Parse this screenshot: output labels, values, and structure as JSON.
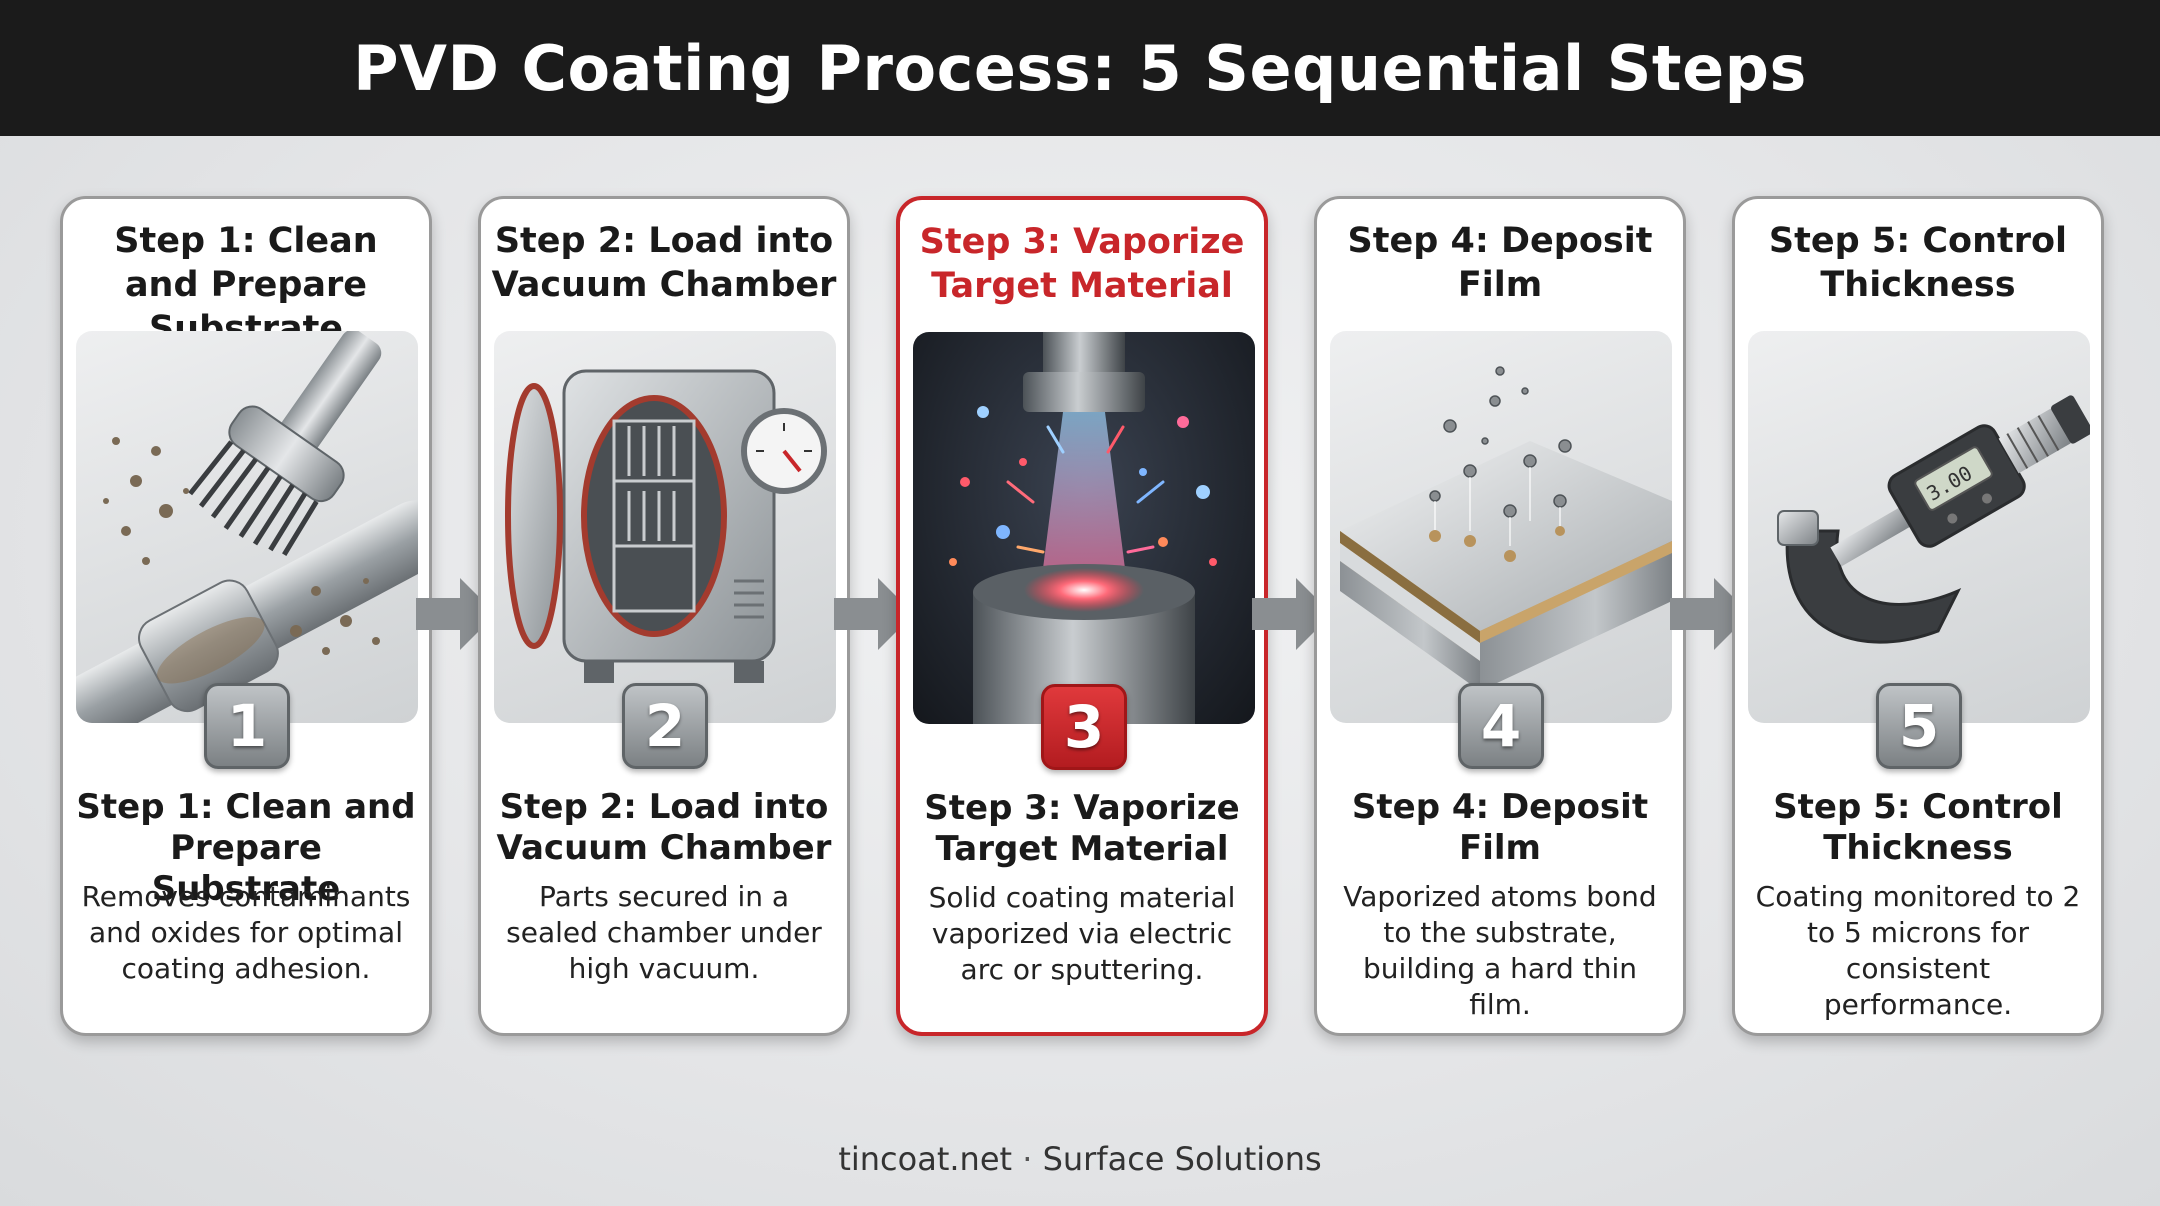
{
  "title": "PVD Coating Process: 5 Sequential Steps",
  "steps": [
    {
      "title": "Step 1: Clean and Prepare Substrate",
      "number": "1",
      "subtitle": "Step 1: Clean and Prepare Substrate",
      "description": "Removes contaminants and oxides for optimal coating adhesion.",
      "icon": "brush-cleaning-icon"
    },
    {
      "title": "Step 2: Load into Vacuum Chamber",
      "number": "2",
      "subtitle": "Step 2: Load into Vacuum Chamber",
      "description": "Parts secured in a sealed chamber under high vacuum.",
      "icon": "vacuum-chamber-icon"
    },
    {
      "title": "Step 3: Vaporize Target Material",
      "number": "3",
      "subtitle": "Step 3: Vaporize Target Material",
      "description": "Solid coating material vaporized via electric arc or sputtering.",
      "icon": "vaporize-target-icon"
    },
    {
      "title": "Step 4: Deposit Film",
      "number": "4",
      "subtitle": "Step 4: Deposit Film",
      "description": "Vaporized atoms bond to the substrate, building a hard thin film.",
      "icon": "deposit-film-icon"
    },
    {
      "title": "Step 5: Control Thickness",
      "number": "5",
      "subtitle": "Step 5: Control Thickness",
      "description": "Coating monitored to 2 to 5 microns for consistent performance.",
      "icon": "micrometer-icon"
    }
  ],
  "micrometer_readout": "3.00",
  "footer": {
    "site": "tincoat.net",
    "separator": "·",
    "tagline": "Surface Solutions"
  },
  "colors": {
    "header_bg": "#1b1b1b",
    "highlight": "#c8262a",
    "card_border": "#9a9a9a",
    "arrow": "#8a8e91"
  }
}
